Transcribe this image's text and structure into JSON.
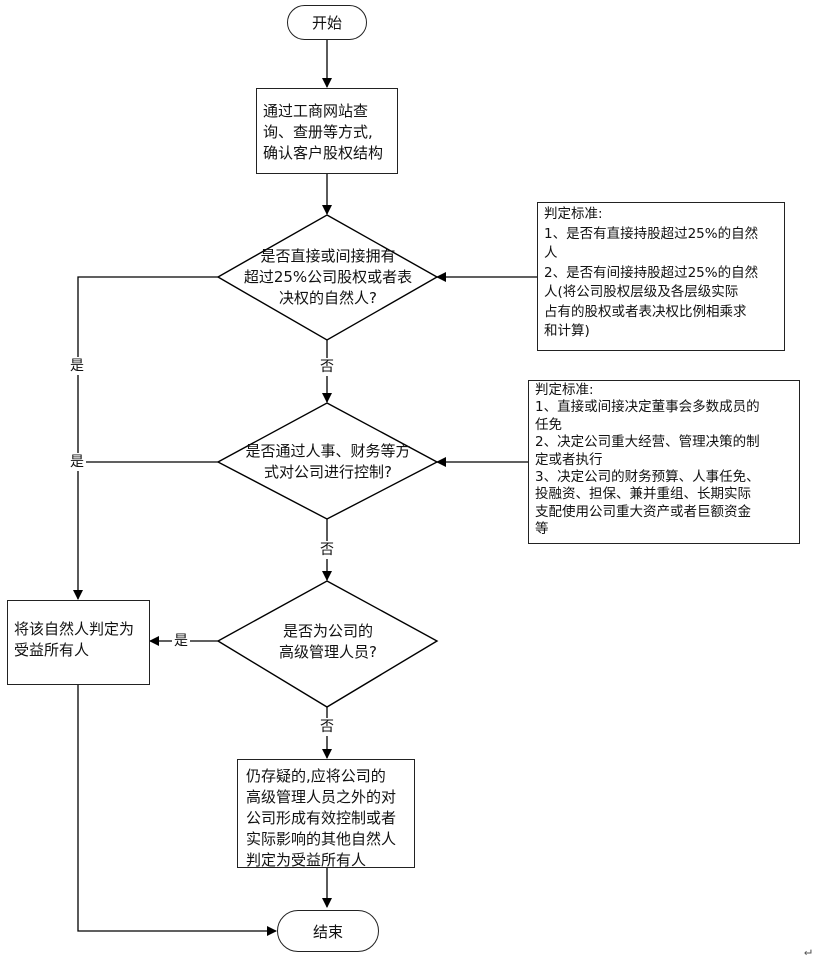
{
  "nodes": {
    "start": "开始",
    "step1": [
      "通过工商网站查",
      "询、查册等方式,",
      "确认客户股权结构"
    ],
    "q1": [
      "是否直接或间接拥有",
      "超过25%公司股权或者表",
      "决权的自然人?"
    ],
    "q2": [
      "是否通过人事、财务等方",
      "式对公司进行控制?"
    ],
    "q3": [
      "是否为公司的",
      "高级管理人员?"
    ],
    "result_yes": [
      "将该自然人判定为",
      "受益所有人"
    ],
    "fallback": [
      "仍存疑的,应将公司的",
      "高级管理人员之外的对",
      "公司形成有效控制或者",
      "实际影响的其他自然人",
      "判定为受益所有人"
    ],
    "end": "结束"
  },
  "notes": {
    "criteria1": [
      "判定标准:",
      "1、是否有直接持股超过25%的自然",
      "人",
      "2、是否有间接持股超过25%的自然",
      "人(将公司股权层级及各层级实际",
      "占有的股权或者表决权比例相乘求",
      "和计算)"
    ],
    "criteria2": [
      "判定标准:",
      "1、直接或间接决定董事会多数成员的",
      "任免",
      "2、决定公司重大经营、管理决策的制",
      "定或者执行",
      "3、决定公司的财务预算、人事任免、",
      "投融资、担保、兼并重组、长期实际",
      "支配使用公司重大资产或者巨额资金",
      "等"
    ]
  },
  "labels": {
    "no1": "否",
    "no2": "否",
    "no3": "否",
    "yes1": "是",
    "yes2": "是",
    "yes3": "是"
  },
  "page_mark": "↵"
}
